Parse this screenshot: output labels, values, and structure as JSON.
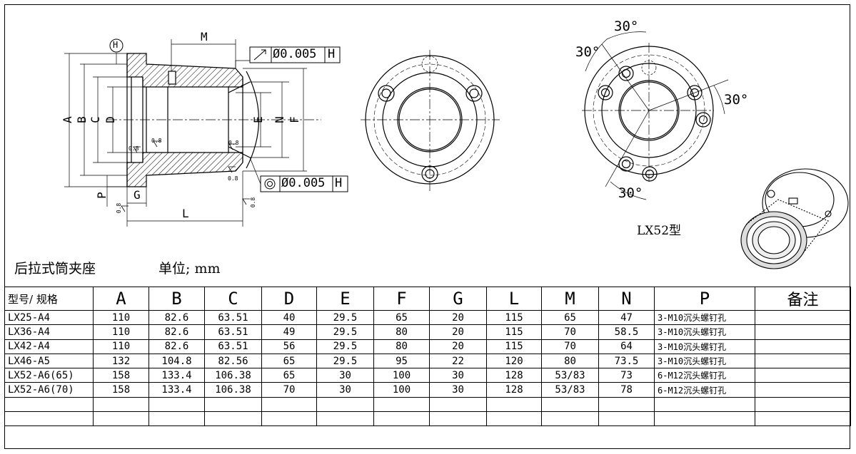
{
  "title": "后拉式筒夹座",
  "unit": "单位; mm",
  "variant_label": "LX52型",
  "dimension_letters": {
    "A": "A",
    "B": "B",
    "C": "C",
    "D": "D",
    "E": "E",
    "F": "F",
    "N": "N",
    "M": "M",
    "L": "L",
    "G": "G",
    "P": "P",
    "H": "H"
  },
  "tolerances": {
    "runout": "Ø0.005",
    "runout_datum": "H",
    "concentricity": "Ø0.005",
    "concentricity_datum": "H"
  },
  "surface_finish": "0.8",
  "angles": {
    "a1": "30°",
    "a2": "30°",
    "a3": "30°",
    "a4": "30°"
  },
  "table": {
    "headers": [
      "型号/ 规格",
      "A",
      "B",
      "C",
      "D",
      "E",
      "F",
      "G",
      "L",
      "M",
      "N",
      "P",
      "备注"
    ],
    "rows": [
      [
        "LX25-A4",
        "110",
        "82.6",
        "63.51",
        "40",
        "29.5",
        "65",
        "20",
        "115",
        "65",
        "47",
        "3-M10沉头螺钉孔",
        ""
      ],
      [
        "LX36-A4",
        "110",
        "82.6",
        "63.51",
        "49",
        "29.5",
        "80",
        "20",
        "115",
        "70",
        "58.5",
        "3-M10沉头螺钉孔",
        ""
      ],
      [
        "LX42-A4",
        "110",
        "82.6",
        "63.51",
        "56",
        "29.5",
        "80",
        "20",
        "115",
        "70",
        "64",
        "3-M10沉头螺钉孔",
        ""
      ],
      [
        "LX46-A5",
        "132",
        "104.8",
        "82.56",
        "65",
        "29.5",
        "95",
        "22",
        "120",
        "80",
        "73.5",
        "3-M10沉头螺钉孔",
        ""
      ],
      [
        "LX52-A6(65)",
        "158",
        "133.4",
        "106.38",
        "65",
        "30",
        "100",
        "30",
        "128",
        "53/83",
        "73",
        "6-M12沉头螺钉孔",
        ""
      ],
      [
        "LX52-A6(70)",
        "158",
        "133.4",
        "106.38",
        "70",
        "30",
        "100",
        "30",
        "128",
        "53/83",
        "78",
        "6-M12沉头螺钉孔",
        ""
      ],
      [
        "",
        "",
        "",
        "",
        "",
        "",
        "",
        "",
        "",
        "",
        "",
        "",
        ""
      ],
      [
        "",
        "",
        "",
        "",
        "",
        "",
        "",
        "",
        "",
        "",
        "",
        "",
        ""
      ]
    ]
  }
}
